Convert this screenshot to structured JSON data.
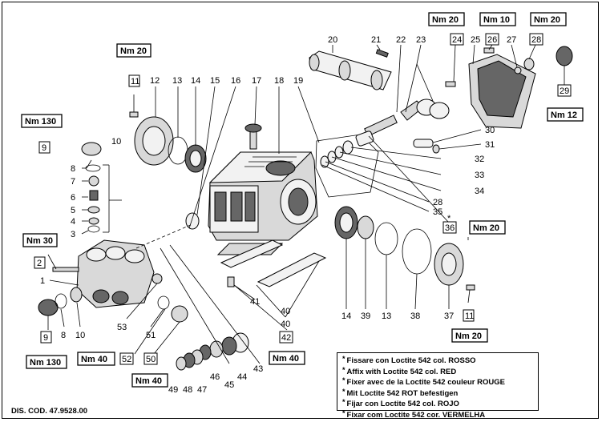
{
  "parts": {
    "p1": "1",
    "p2": "2",
    "p3": "3",
    "p4": "4",
    "p5": "5",
    "p6": "6",
    "p7": "7",
    "p8a": "8",
    "p8b": "8",
    "p9a": "9",
    "p9b": "9",
    "p10a": "10",
    "p10b": "10",
    "p11a": "11",
    "p11b": "11",
    "p12": "12",
    "p13a": "13",
    "p13b": "13",
    "p14a": "14",
    "p14b": "14",
    "p15": "15",
    "p16": "16",
    "p17": "17",
    "p18": "18",
    "p19": "19",
    "p20": "20",
    "p21": "21",
    "p22": "22",
    "p23": "23",
    "p24": "24",
    "p25": "25",
    "p26": "26",
    "p27": "27",
    "p28a": "28",
    "p28b": "28",
    "p29": "29",
    "p30": "30",
    "p31": "31",
    "p32": "32",
    "p33": "33",
    "p34": "34",
    "p35": "35",
    "p36": "36",
    "p37": "37",
    "p38": "38",
    "p39": "39",
    "p40a": "40",
    "p40b": "40",
    "p41": "41",
    "p42": "42",
    "p43": "43",
    "p44": "44",
    "p45": "45",
    "p46": "46",
    "p47": "47",
    "p48": "48",
    "p49": "49",
    "p50": "50",
    "p51": "51",
    "p52": "52",
    "p53": "53"
  },
  "torque": {
    "t11top": "Nm 20",
    "t9top": "Nm 130",
    "t2": "Nm 30",
    "t9bot": "Nm 130",
    "t52": "Nm 40",
    "t50": "Nm 40",
    "t42": "Nm 40",
    "t24": "Nm 20",
    "t26": "Nm 10",
    "t28": "Nm 20",
    "t29": "Nm 12",
    "t36": "Nm 20",
    "t11bot": "Nm 20"
  },
  "asterisk": "*",
  "notes": [
    "Fissare con Loctite 542 col. ROSSO",
    "Affix with Loctite 542 col. RED",
    "Fixer avec de la Loctite 542 couleur ROUGE",
    "Mit Loctite 542 ROT befestigen",
    "Fijar con Loctite 542 col. ROJO",
    "Fixar com Loctite 542 cor. VERMELHA"
  ],
  "drawing_code": "DIS. COD. 47.9528.00"
}
